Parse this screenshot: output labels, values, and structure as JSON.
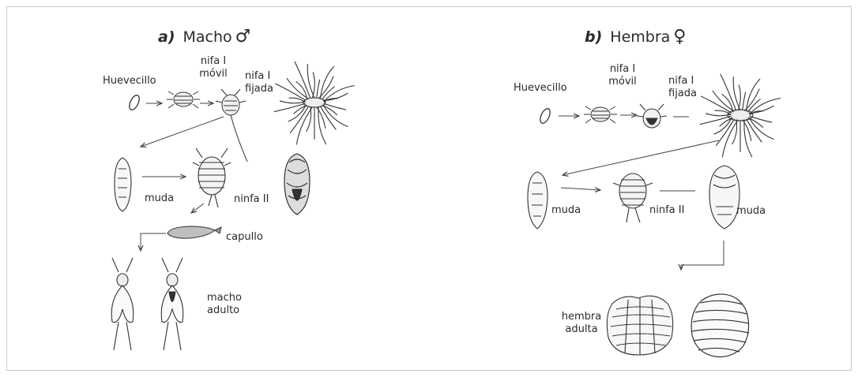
{
  "male": {
    "letter": "a)",
    "title": "Macho",
    "symbol": "♂",
    "labels": {
      "egg": "Huevecillo",
      "nymph1_mobile_1": "nifa I",
      "nymph1_mobile_2": "móvil",
      "nymph1_fixed_1": "nifa I",
      "nymph1_fixed_2": "fijada",
      "molt": "muda",
      "nymph2": "ninfa II",
      "cocoon": "capullo",
      "adult_1": "macho",
      "adult_2": "adulto"
    }
  },
  "female": {
    "letter": "b)",
    "title": "Hembra",
    "symbol": "♀",
    "labels": {
      "egg": "Huevecillo",
      "nymph1_mobile_1": "nifa I",
      "nymph1_mobile_2": "móvil",
      "nymph1_fixed_1": "nifa I",
      "nymph1_fixed_2": "fijada",
      "molt_1": "muda",
      "nymph2": "ninfa II",
      "molt_2": "muda",
      "adult_1": "hembra",
      "adult_2": "adulta"
    }
  }
}
